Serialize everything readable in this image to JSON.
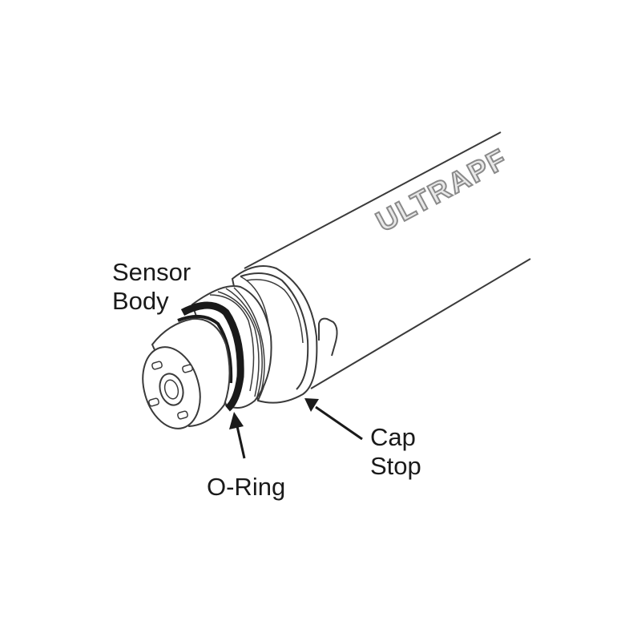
{
  "diagram": {
    "brand_text": "ULTRAPF",
    "labels": {
      "sensor_body": [
        "Sensor",
        "Body"
      ],
      "o_ring": "O-Ring",
      "cap_stop": [
        "Cap",
        "Stop"
      ]
    },
    "colors": {
      "line": "#3a3a3a",
      "o_ring": "#1a1a1a",
      "brand_fill": "#e8e8e8",
      "brand_stroke": "#8a8a8a"
    }
  }
}
